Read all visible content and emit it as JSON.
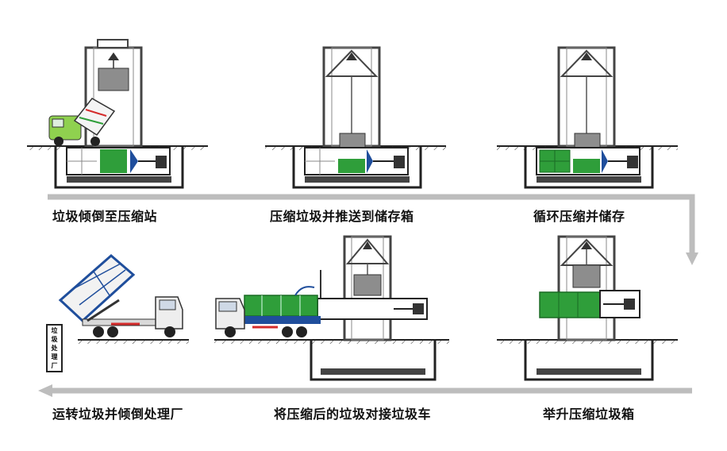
{
  "steps": [
    {
      "label": "垃圾倾倒至压缩站"
    },
    {
      "label": "压缩垃圾并推送到储存箱"
    },
    {
      "label": "循环压缩并储存"
    },
    {
      "label": "运转垃圾并倾倒处理厂"
    },
    {
      "label": "将压缩后的垃圾对接垃圾车"
    },
    {
      "label": "举升压缩垃圾箱"
    }
  ],
  "plant_sign": {
    "chars": [
      "垃",
      "圾",
      "处",
      "理",
      "厂"
    ]
  },
  "colors": {
    "green": "#2f9e3a",
    "blue": "#1f4e9c",
    "frame": "#444444",
    "arrow": "#bdbdbd",
    "red": "#d42b2b"
  }
}
